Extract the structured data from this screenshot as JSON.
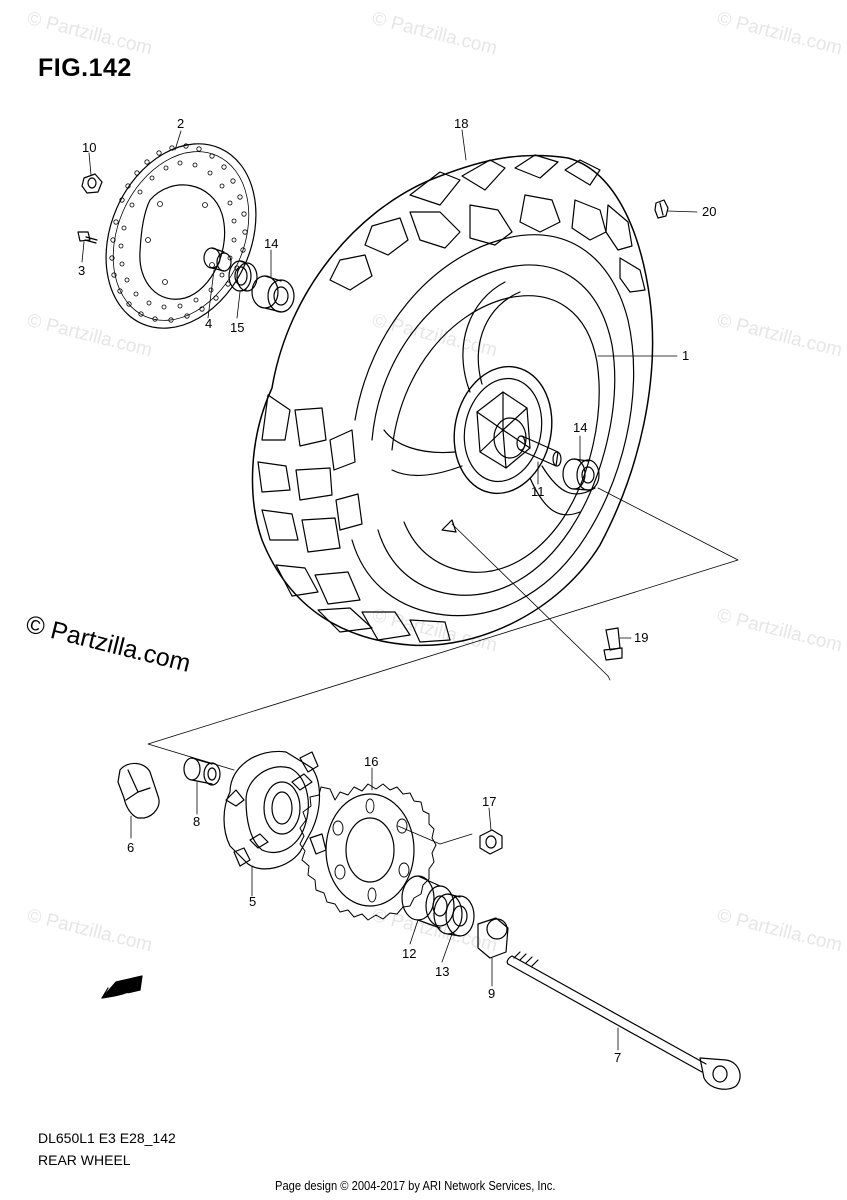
{
  "figure": {
    "title": "FIG.142",
    "model_code": "DL650L1 E3 E28_142",
    "name": "REAR WHEEL"
  },
  "watermark": {
    "copyright": "© Partzilla.com",
    "repeat_text": "© Partzilla.com"
  },
  "footer": {
    "page_design": "Page design © 2004-2017 by ARI Network Services, Inc."
  },
  "fwd_label": "FWD",
  "callouts": [
    "1",
    "2",
    "3",
    "4",
    "5",
    "6",
    "7",
    "8",
    "9",
    "10",
    "11",
    "12",
    "13",
    "14",
    "14",
    "15",
    "16",
    "17",
    "18",
    "19",
    "20"
  ],
  "colors": {
    "ink": "#000000",
    "background": "#ffffff",
    "watermark": "#e6e6e6"
  }
}
